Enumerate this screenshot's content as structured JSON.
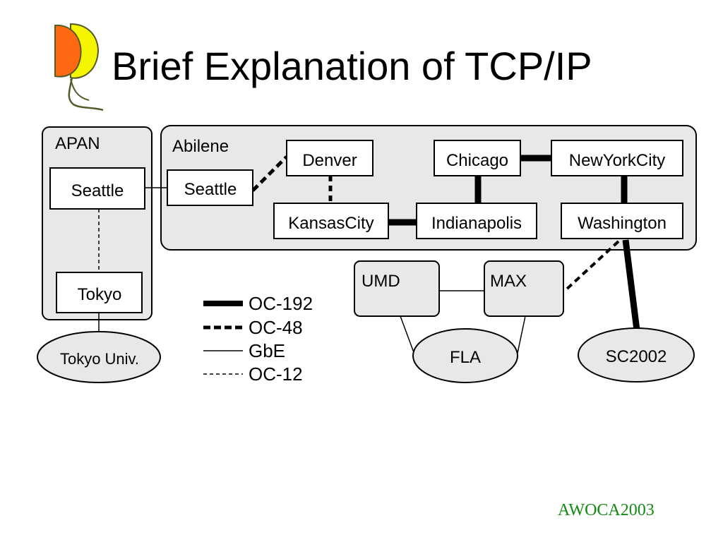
{
  "slide": {
    "title": "Brief Explanation of TCP/IP",
    "footer": "AWOCA2003"
  },
  "colors": {
    "logo_orange": "#ff6a10",
    "logo_yellow": "#f5f500",
    "logo_stem": "#555a2a",
    "region_fill": "#e8e8e8",
    "footer_green": "#138a13"
  },
  "regions": {
    "apan": "APAN",
    "abilene": "Abilene",
    "umd": "UMD",
    "max": "MAX"
  },
  "nodes": {
    "apan_seattle": "Seattle",
    "tokyo": "Tokyo",
    "abilene_seattle": "Seattle",
    "denver": "Denver",
    "kansas_city": "KansasCity",
    "indianapolis": "Indianapolis",
    "chicago": "Chicago",
    "new_york_city": "NewYorkCity",
    "washington": "Washington",
    "tokyo_univ": "Tokyo Univ.",
    "fla": "FLA",
    "sc2002": "SC2002"
  },
  "legend": [
    {
      "label": "OC-192",
      "style": "thick-solid"
    },
    {
      "label": "OC-48",
      "style": "thick-dashed"
    },
    {
      "label": "GbE",
      "style": "thin-solid"
    },
    {
      "label": "OC-12",
      "style": "thin-dashed"
    }
  ]
}
